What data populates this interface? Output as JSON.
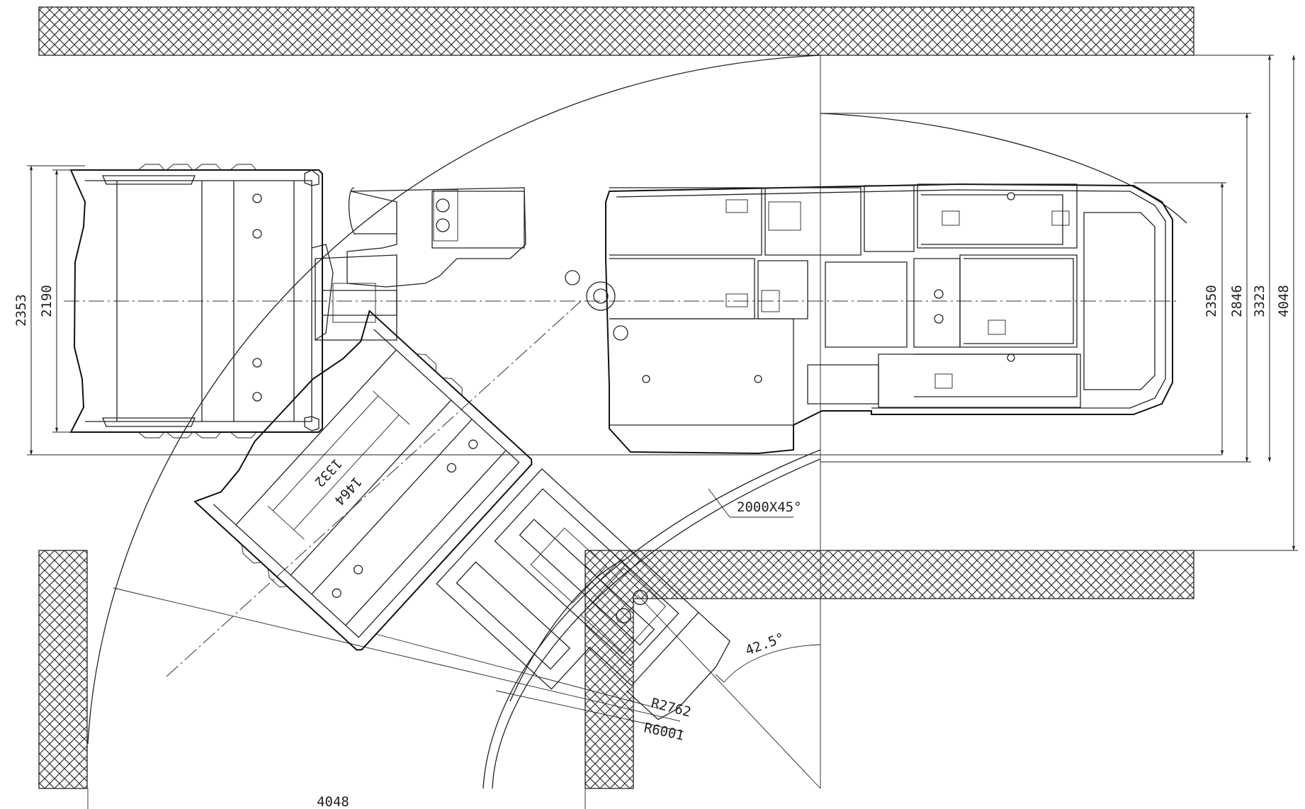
{
  "dimensions": {
    "bucket_height_outer": "2353",
    "bucket_height_inner": "2190",
    "width_2350": "2350",
    "width_2846": "2846",
    "width_3323": "3323",
    "width_4048_right": "4048",
    "width_4048_bottom": "4048",
    "corner_chamfer": "2000X45°",
    "angle": "42.5°",
    "radius_inner": "R2762",
    "radius_outer": "R6001",
    "bucket_small_1": "1332",
    "bucket_small_2": "1464"
  },
  "colors": {
    "line": "#222222",
    "hatch": "#333333",
    "background": "#ffffff"
  }
}
